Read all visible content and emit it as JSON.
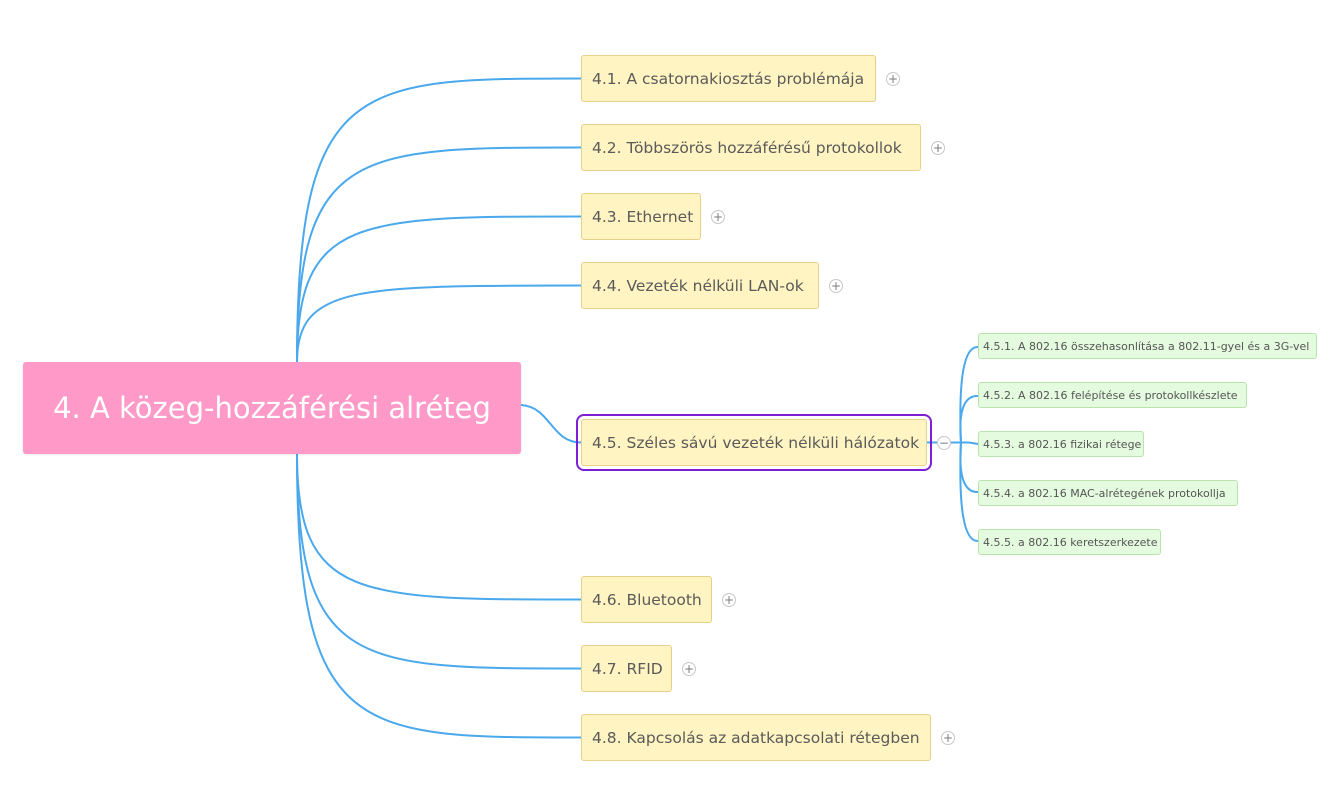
{
  "root": {
    "label": "4. A közeg-hozzáférési alréteg"
  },
  "topics": [
    {
      "id": "t1",
      "label": "4.1. A csatornakiosztás problémája",
      "toggle": "+"
    },
    {
      "id": "t2",
      "label": "4.2. Többszörös hozzáférésű protokollok",
      "toggle": "+"
    },
    {
      "id": "t3",
      "label": "4.3. Ethernet",
      "toggle": "+"
    },
    {
      "id": "t4",
      "label": "4.4. Vezeték nélküli LAN-ok",
      "toggle": "+"
    },
    {
      "id": "t5",
      "label": "4.5. Széles sávú vezeték nélküli hálózatok",
      "toggle": "−",
      "selected": true
    },
    {
      "id": "t6",
      "label": "4.6. Bluetooth",
      "toggle": "+"
    },
    {
      "id": "t7",
      "label": "4.7. RFID",
      "toggle": "+"
    },
    {
      "id": "t8",
      "label": "4.8. Kapcsolás az adatkapcsolati rétegben",
      "toggle": "+"
    }
  ],
  "subtopics": [
    {
      "id": "s1",
      "label": "4.5.1. A 802.16 összehasonlítása a 802.11-gyel és a 3G-vel"
    },
    {
      "id": "s2",
      "label": "4.5.2. A 802.16 felépítése és protokollkészlete"
    },
    {
      "id": "s3",
      "label": "4.5.3. a 802.16 fizikai rétege"
    },
    {
      "id": "s4",
      "label": "4.5.4. a 802.16 MAC-alrétegének protokollja"
    },
    {
      "id": "s5",
      "label": "4.5.5. a 802.16 keretszerkezete"
    }
  ],
  "colors": {
    "connector": "#4aa8ec",
    "root_fill": "#ff99c8",
    "topic_fill": "#fff4c2",
    "subtopic_fill": "#e5fbdf",
    "selection": "#7e1fd6"
  }
}
